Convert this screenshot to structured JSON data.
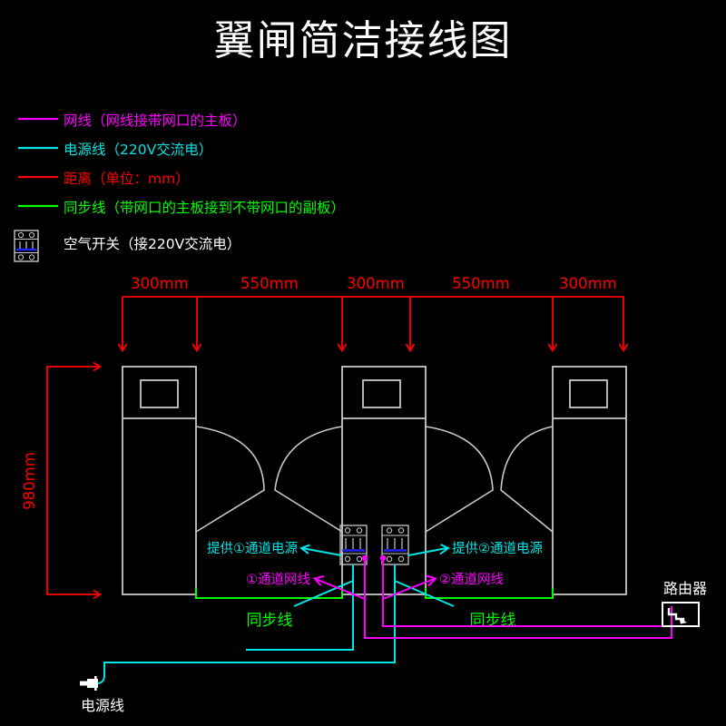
{
  "title": "翼闸简洁接线图",
  "legend": {
    "items": [
      {
        "label": "网线（网线接带网口的主板）",
        "color": "#ff00ff",
        "name": "network-cable"
      },
      {
        "label": "电源线（220V交流电）",
        "color": "#00e5e5",
        "name": "power-cable"
      },
      {
        "label": "距离（单位：mm）",
        "color": "#ff0000",
        "name": "distance"
      },
      {
        "label": "同步线（带网口的主板接到不带网口的副板）",
        "color": "#00ff00",
        "name": "sync-cable"
      }
    ],
    "air_switch": {
      "label": "空气开关（接220V交流电）",
      "icon": "circuit-breaker-icon",
      "frame_color": "#c8c8c8",
      "lever_color": "#2222ff"
    }
  },
  "dimensions": {
    "horizontal": [
      "300mm",
      "550mm",
      "300mm",
      "550mm",
      "300mm"
    ],
    "vertical": "980mm",
    "color": "#ff0000"
  },
  "annotations": {
    "lane1_power": "提供①通道电源",
    "lane2_power": "提供②通道电源",
    "lane1_network": "①通道网线",
    "lane2_network": "②通道网线",
    "sync_left": "同步线",
    "sync_right": "同步线"
  },
  "devices": {
    "router": {
      "label": "路由器",
      "icon": "router-icon"
    },
    "power_plug": {
      "label": "电源线",
      "icon": "power-plug-icon"
    },
    "gate_count": 3
  },
  "colors": {
    "background": "#000000",
    "outline": "#c8c8c8",
    "network": "#ff00ff",
    "power": "#00e5e5",
    "distance": "#ff0000",
    "sync": "#00ff00",
    "text": "#ffffff"
  }
}
